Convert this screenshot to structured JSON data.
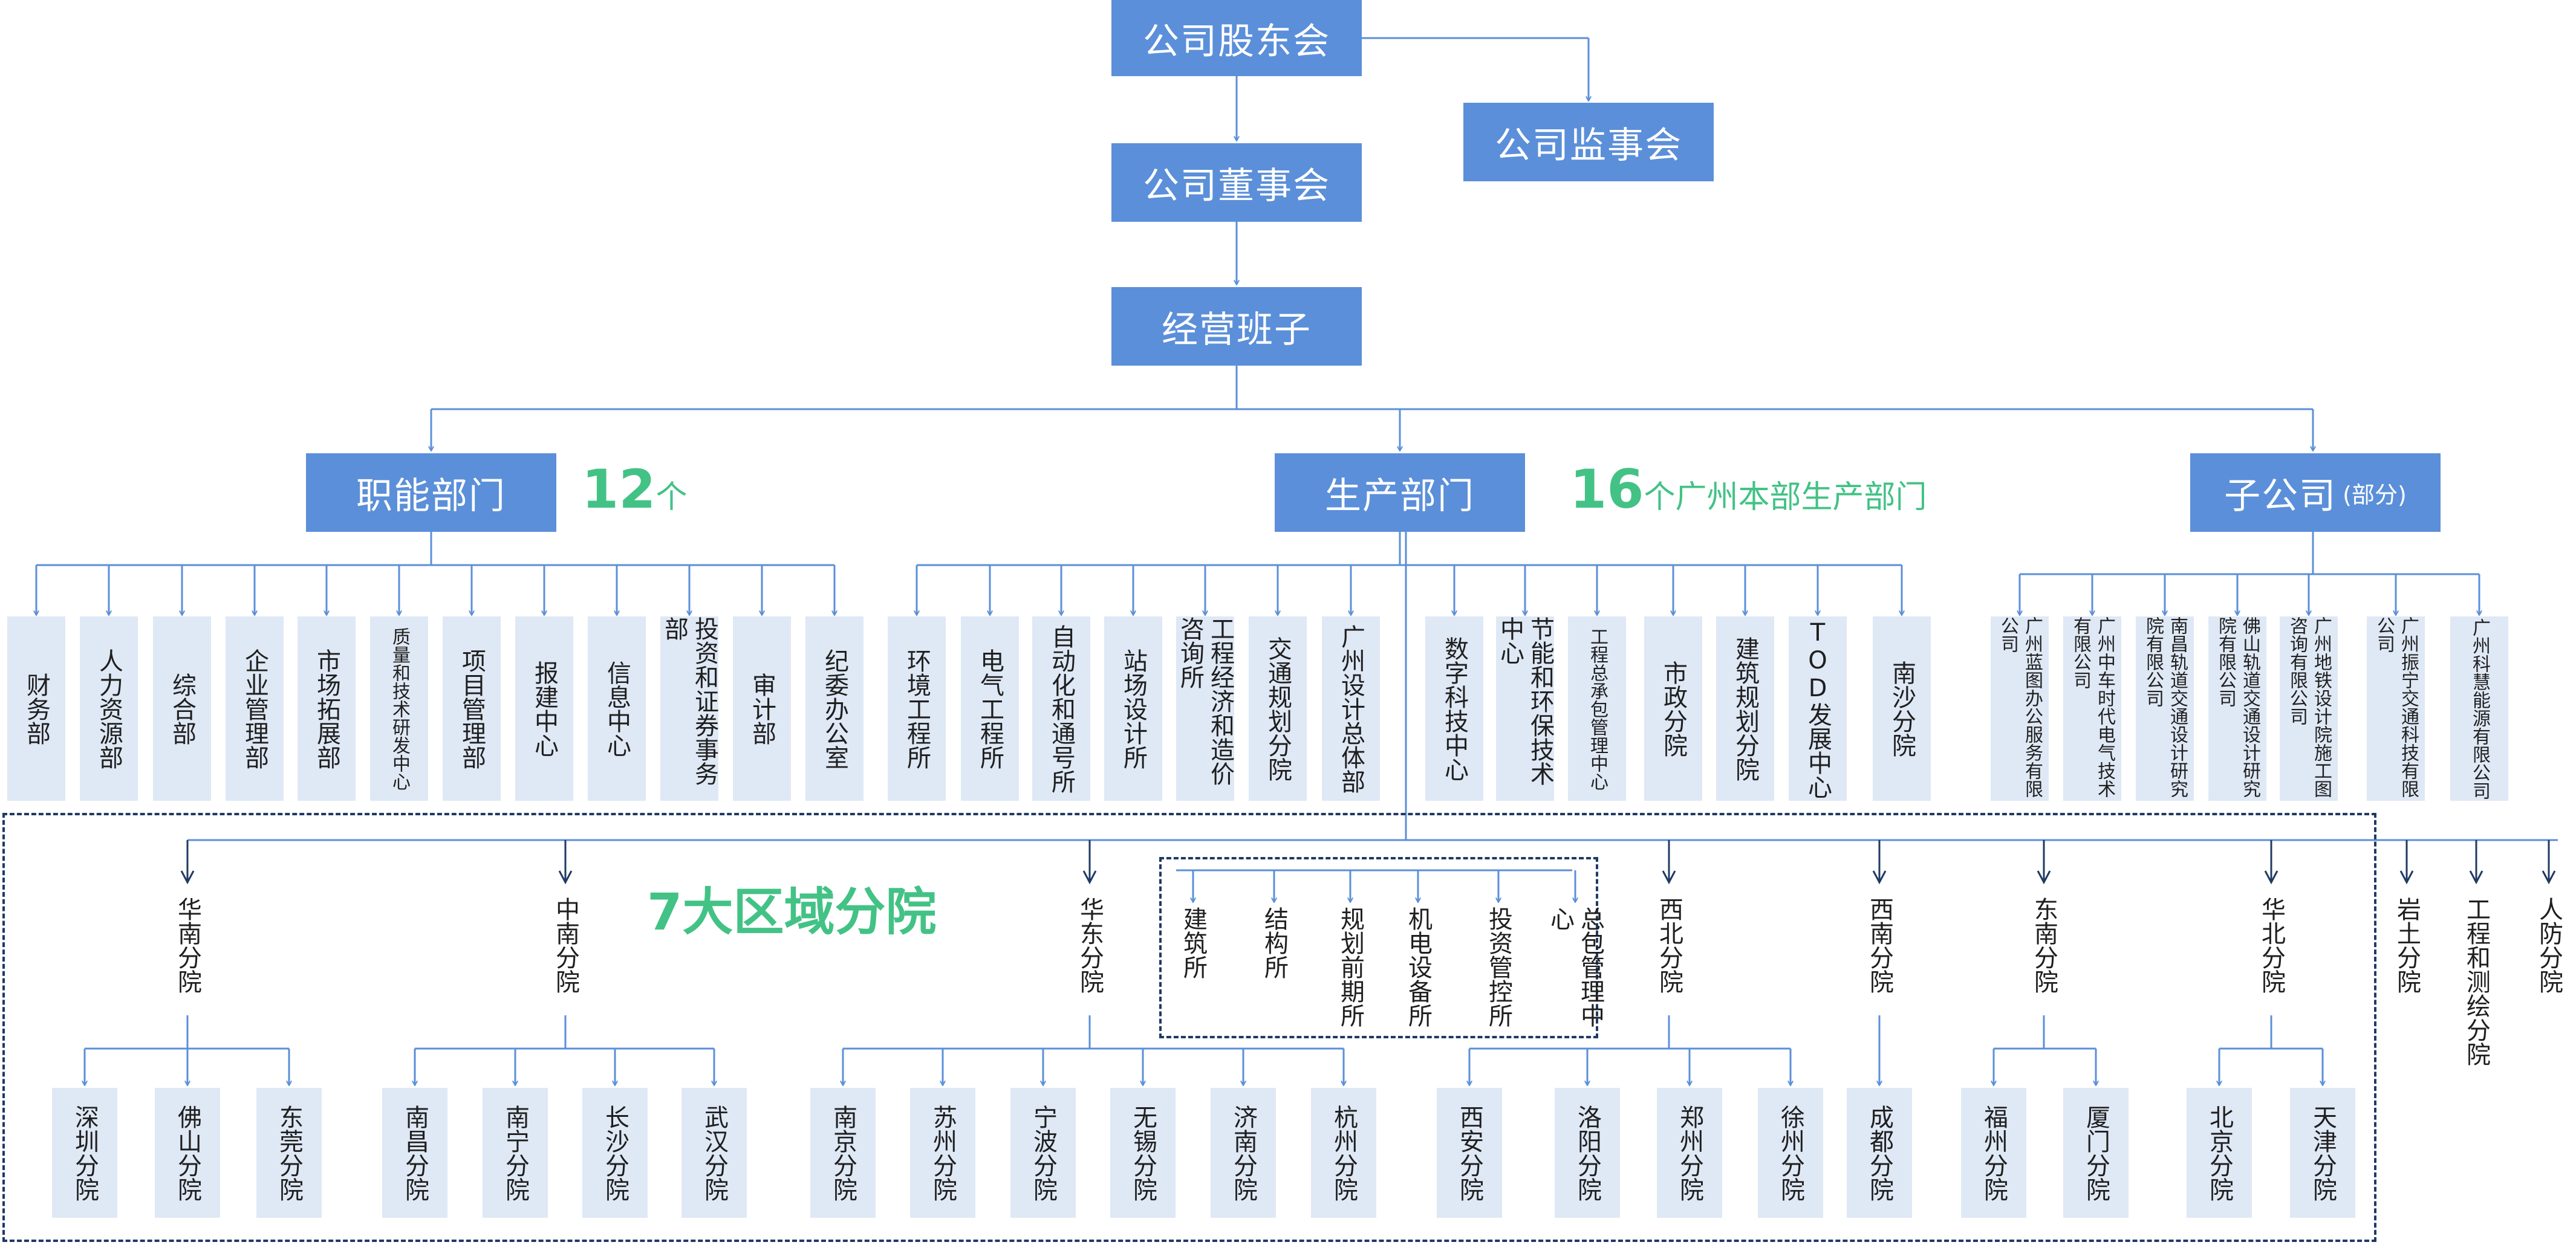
{
  "colors": {
    "header_box": "#5b8fd9",
    "leaf_box": "#dfe8f5",
    "connector": "#5b8fd9",
    "note": "#43c286",
    "dashed_border": "#1f3a63"
  },
  "governance": {
    "shareholders": "公司股东会",
    "supervisors": "公司监事会",
    "board": "公司董事会",
    "management": "经营班子"
  },
  "functional": {
    "title": "职能部门",
    "count": "12",
    "count_unit": "个",
    "departments": [
      "财务部",
      "人力资源部",
      "综合部",
      "企业管理部",
      "市场拓展部",
      "质量和技术研发中心",
      "项目管理部",
      "报建中心",
      "信息中心",
      "投资和证券事务部",
      "审计部",
      "纪委办公室"
    ]
  },
  "production": {
    "title": "生产部门",
    "count": "16",
    "count_desc": "个广州本部生产部门",
    "departments": [
      "环境工程所",
      "电气工程所",
      "自动化和通号所",
      "站场设计所",
      "工程经济和造价咨询所",
      "交通规划分院",
      "广州设计总体部",
      "数字科技中心",
      "节能和环保技术中心",
      "工程总承包管理中心",
      "市政分院",
      "建筑规划分院",
      "TOD发展中心",
      "南沙分院"
    ],
    "sub_units": [
      "建筑所",
      "结构所",
      "规划前期所",
      "机电设备所",
      "投资管控所",
      "总包管理中心"
    ],
    "other_units": [
      "岩土分院",
      "工程和测绘分院",
      "人防分院"
    ]
  },
  "subsidiaries": {
    "title": "子公司",
    "note": "(部分)",
    "companies": [
      "广州蓝图办公服务有限公司",
      "广州中车时代电气技术有限公司",
      "南昌轨道交通设计研究院有限公司",
      "佛山轨道交通设计研究院有限公司",
      "广州地铁设计院施工图咨询有限公司",
      "广州振宁交通科技有限公司",
      "广州科慧能源有限公司"
    ]
  },
  "regions": {
    "label": "7大区域分院",
    "list": [
      {
        "name": "华南分院",
        "branches": [
          "深圳分院",
          "佛山分院",
          "东莞分院"
        ]
      },
      {
        "name": "中南分院",
        "branches": [
          "南昌分院",
          "南宁分院",
          "长沙分院",
          "武汉分院"
        ]
      },
      {
        "name": "华东分院",
        "branches": [
          "南京分院",
          "苏州分院",
          "宁波分院",
          "无锡分院",
          "济南分院",
          "杭州分院"
        ]
      },
      {
        "name": "西北分院",
        "branches": [
          "西安分院",
          "洛阳分院",
          "郑州分院",
          "徐州分院"
        ]
      },
      {
        "name": "西南分院",
        "branches": [
          "成都分院"
        ]
      },
      {
        "name": "东南分院",
        "branches": [
          "福州分院",
          "厦门分院"
        ]
      },
      {
        "name": "华北分院",
        "branches": [
          "北京分院",
          "天津分院"
        ]
      }
    ]
  }
}
